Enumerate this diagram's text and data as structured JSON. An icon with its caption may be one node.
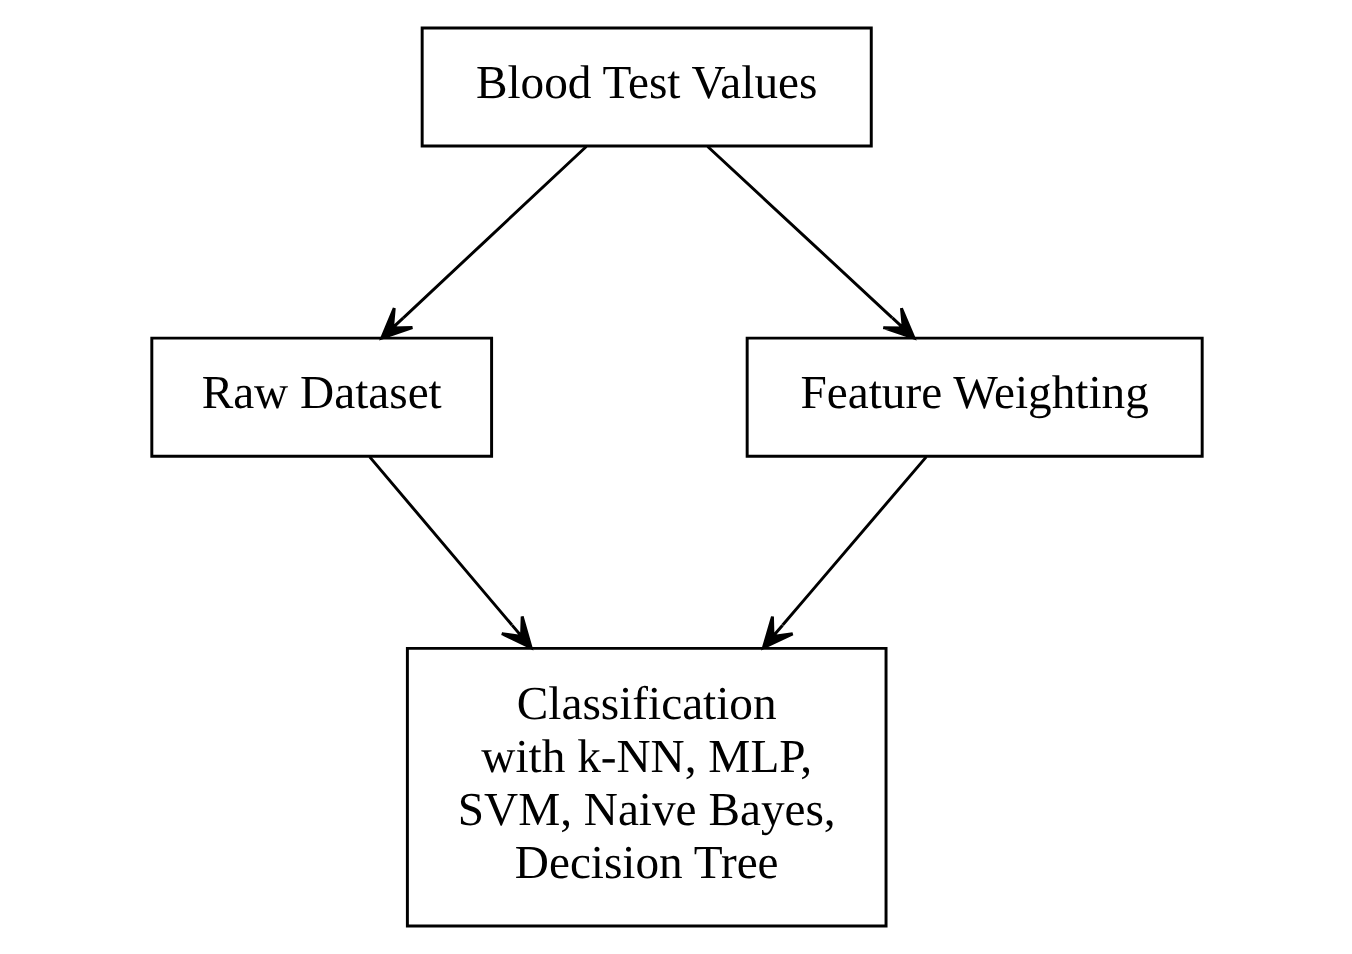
{
  "diagram": {
    "nodes": [
      {
        "text": [
          "Blood Test Values"
        ]
      },
      {
        "text": [
          "Raw Dataset"
        ]
      },
      {
        "text": [
          "Feature Weighting"
        ]
      },
      {
        "text": [
          "Classification with k-NN, MLP, SVM, Naive Bayes, Decision Tree"
        ]
      }
    ],
    "edges": [
      {
        "from": 0,
        "to": 1,
        "arrow": "to"
      },
      {
        "from": 0,
        "to": 2,
        "arrow": "to"
      },
      {
        "from": 1,
        "to": 3,
        "arrow": "to"
      },
      {
        "from": 2,
        "to": 3,
        "arrow": "to"
      }
    ]
  }
}
